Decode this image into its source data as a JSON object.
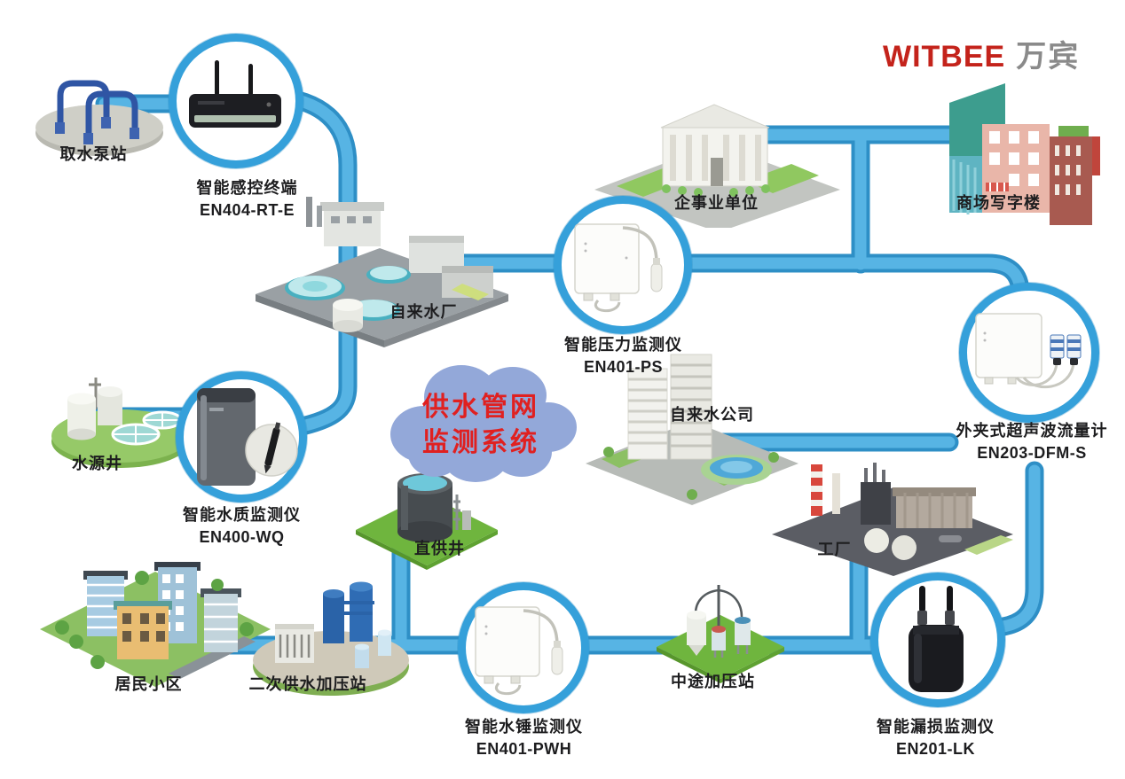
{
  "brand": {
    "name_latin": "WITBEE",
    "name_cjk": "万宾"
  },
  "cloud": {
    "line1": "供水管网",
    "line2": "监测系统"
  },
  "facilities": {
    "intake_pump": {
      "label": "取水泵站"
    },
    "waterworks": {
      "label": "自来水厂"
    },
    "enterprise": {
      "label": "企事业单位"
    },
    "mall": {
      "label": "商场写字楼"
    },
    "water_company": {
      "label": "自来水公司"
    },
    "source_well": {
      "label": "水源井"
    },
    "direct_well": {
      "label": "直供井"
    },
    "factory": {
      "label": "工厂"
    },
    "residential": {
      "label": "居民小区"
    },
    "secondary_station": {
      "label": "二次供水加压站"
    },
    "midway_station": {
      "label": "中途加压站"
    }
  },
  "devices": {
    "sensing_terminal": {
      "name": "智能感控终端",
      "model": "EN404-RT-E"
    },
    "pressure_monitor": {
      "name": "智能压力监测仪",
      "model": "EN401-PS"
    },
    "water_quality_monitor": {
      "name": "智能水质监测仪",
      "model": "EN400-WQ"
    },
    "ultrasonic_flowmeter": {
      "name": "外夹式超声波流量计",
      "model": "EN203-DFM-S"
    },
    "water_hammer_monitor": {
      "name": "智能水锤监测仪",
      "model": "EN401-PWH"
    },
    "leak_monitor": {
      "name": "智能漏损监测仪",
      "model": "EN201-LK"
    }
  },
  "colors": {
    "pipe_fill": "#57b4e4",
    "pipe_edge": "#2e8fc6",
    "circle_ring": "#35a0da",
    "cloud_fill": "#93a8d9",
    "cloud_text": "#e02020",
    "brand_red": "#c4231b",
    "brand_gray": "#8a8a8a"
  }
}
